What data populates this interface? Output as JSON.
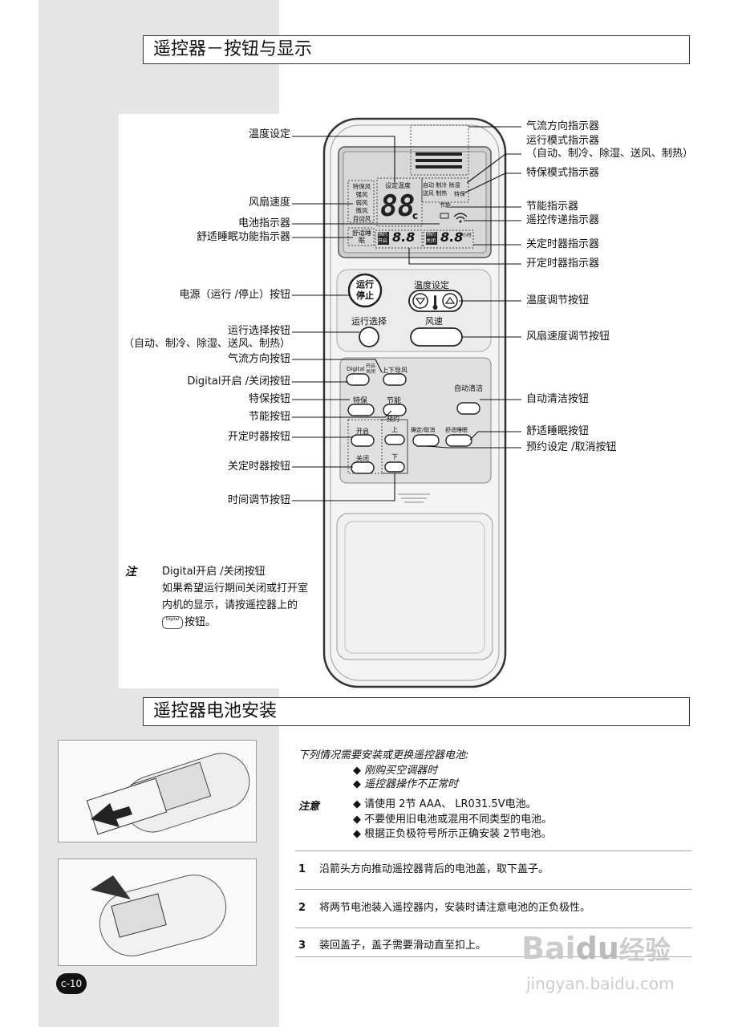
{
  "sections": {
    "remote_title": "遥控器－按钮与显示",
    "battery_title": "遥控器电池安装"
  },
  "remote_screen": {
    "set_temp": "设定温度",
    "temp_digits": "88",
    "temp_unit": "c",
    "fan_modes": [
      "特保风",
      "强风",
      "弱风",
      "微风",
      "自动风"
    ],
    "op_modes_row1": "自动 制冷 除湿",
    "op_modes_row2": "送风 制热",
    "special": "特保",
    "energy": "节能",
    "sleep": "舒适睡眠",
    "timer_on_label": "预约开启",
    "timer_off_label": "预约关闭",
    "timer_digits": "8.8",
    "timer_unit": "小时"
  },
  "remote_buttons": {
    "power": "运行停止",
    "temp_set": "温度设定",
    "mode_select": "运行选择",
    "fan_speed": "风速",
    "digital": "Digital",
    "digital_sub": "开启关闭",
    "swing": "上下导风",
    "auto_clean": "自动清洁",
    "special": "特保",
    "energy": "节能",
    "reserve": "预约",
    "on": "开启",
    "up": "上",
    "confirm": "确定/取消",
    "sleep": "舒适睡眠",
    "off": "关闭",
    "down": "下"
  },
  "labels_left": {
    "temp_setting": "温度设定",
    "fan_speed": "风扇速度",
    "battery": "电池指示器",
    "sleep_func": "舒适睡眠功能指示器",
    "power_btn": "电源（运行 /停止）按钮",
    "mode_btn": "运行选择按钮",
    "mode_btn_sub": "（自动、制冷、除湿、送风、制热）",
    "swing_btn": "气流方向按钮",
    "digital_btn": "Digital开启 /关闭按钮",
    "special_btn": "特保按钮",
    "energy_btn": "节能按钮",
    "timer_on_btn": "开定时器按钮",
    "timer_off_btn": "关定时器按钮",
    "time_adj_btn": "时间调节按钮"
  },
  "labels_right": {
    "airflow_ind": "气流方向指示器",
    "mode_ind": "运行模式指示器",
    "mode_ind_sub": "（自动、制冷、除湿、送风、制热）",
    "special_ind": "特保模式指示器",
    "energy_ind": "节能指示器",
    "remote_tx_ind": "遥控传递指示器",
    "timer_off_ind": "关定时器指示器",
    "timer_on_ind": "开定时器指示器",
    "temp_adj_btn": "温度调节按钮",
    "fan_speed_btn": "风扇速度调节按钮",
    "auto_clean_btn": "自动清洁按钮",
    "sleep_btn": "舒适睡眠按钮",
    "reserve_btn": "预约设定 /取消按钮"
  },
  "note": {
    "mark": "注",
    "title": "Digital开启 /关闭按钮",
    "line1": "如果希望运行期间关闭或打开室",
    "line2": "内机的显示，请按遥控器上的",
    "line3": "按钮。",
    "icon_text": "Digital"
  },
  "battery": {
    "intro": "下列情况需要安装或更换遥控器电池:",
    "case1": "◆ 刚购买空调器时",
    "case2": "◆ 遥控器操作不正常时",
    "caution_mark": "注意",
    "caution1": "◆ 请使用 2节 AAA、 LR031.5V电池。",
    "caution2": "◆ 不要使用旧电池或混用不同类型的电池。",
    "caution3": "◆ 根据正负极符号所示正确安装 2节电池。",
    "steps": [
      {
        "num": "1",
        "text": "沿箭头方向推动遥控器背后的电池盖，取下盖子。"
      },
      {
        "num": "2",
        "text": "将两节电池装入遥控器内，安装时请注意电池的正负极性。"
      },
      {
        "num": "3",
        "text": "装回盖子，盖子需要滑动直至扣上。"
      }
    ]
  },
  "page_number": "c-10",
  "watermark": {
    "line1": "Bai",
    "mid": "du",
    "line1b": "经验",
    "line2": "jingyan.baidu.com"
  }
}
